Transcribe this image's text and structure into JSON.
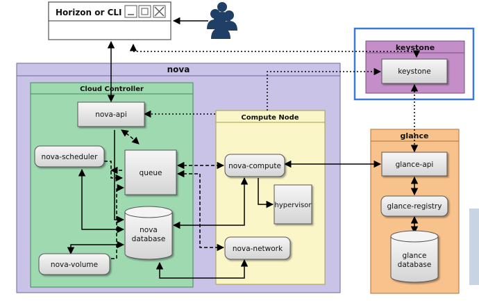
{
  "client": {
    "title": "Horizon or CLI"
  },
  "users_icon": "users-icon",
  "nova": {
    "title": "nova",
    "cloud_controller": {
      "title": "Cloud Controller",
      "api": "nova-api",
      "scheduler": "nova-scheduler",
      "queue": "queue",
      "database_line1": "nova",
      "database_line2": "database",
      "volume": "nova-volume"
    },
    "compute_node": {
      "title": "Compute Node",
      "compute": "nova-compute",
      "hypervisor": "hypervisor",
      "network": "nova-network"
    }
  },
  "keystone": {
    "title": "keystone",
    "service": "keystone"
  },
  "glance": {
    "title": "glance",
    "api": "glance-api",
    "registry": "glance-registry",
    "database_line1": "glance",
    "database_line2": "database"
  },
  "colors": {
    "nova_bg": "#c9c3e8",
    "cloud_controller_bg": "#9fd9b0",
    "compute_node_bg": "#faf6c8",
    "keystone_bg": "#c48fc8",
    "keystone_highlight": "#3a7bd5",
    "glance_bg": "#f8c28c",
    "component_fill": "#e8e8e8"
  }
}
